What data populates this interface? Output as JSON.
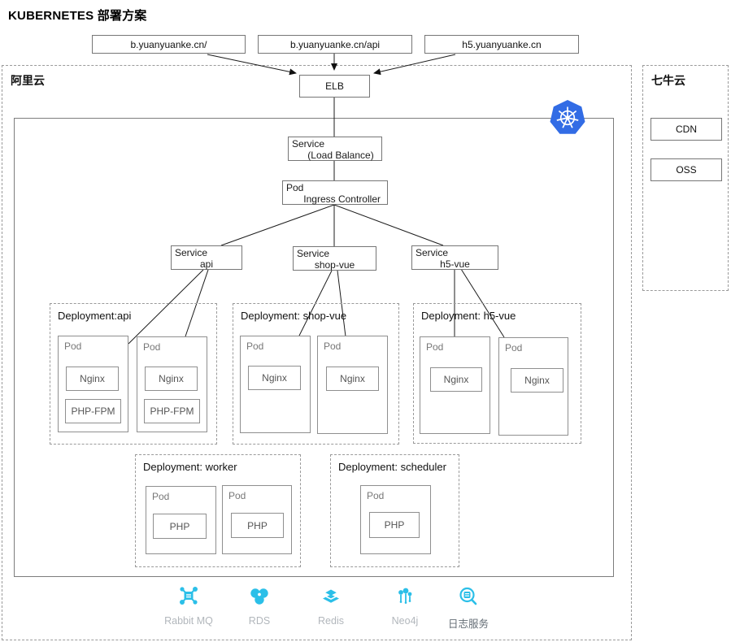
{
  "title": "KUBERNETES 部署方案",
  "domains": [
    "b.yuanyuanke.cn/",
    "b.yuanyuanke.cn/api",
    "h5.yuanyuanke.cn"
  ],
  "elb": "ELB",
  "regions": {
    "aliyun": "阿里云",
    "qiniu": "七牛云"
  },
  "qiniu_services": {
    "cdn": "CDN",
    "oss": "OSS"
  },
  "k8s": {
    "service_lb": {
      "line1": "Service",
      "line2": "(Load Balance)"
    },
    "ingress": {
      "line1": "Pod",
      "line2": "Ingress Controller"
    },
    "services": {
      "api": {
        "line1": "Service",
        "line2": "api"
      },
      "shop": {
        "line1": "Service",
        "line2": "shop-vue"
      },
      "h5": {
        "line1": "Service",
        "line2": "h5-vue"
      }
    },
    "deployments": {
      "api": "Deployment:api",
      "shop": "Deployment: shop-vue",
      "h5": "Deployment: h5-vue",
      "worker": "Deployment: worker",
      "scheduler": "Deployment: scheduler"
    },
    "labels": {
      "pod": "Pod",
      "nginx": "Nginx",
      "php_fpm": "PHP-FPM",
      "php": "PHP"
    }
  },
  "middleware": [
    {
      "name": "Rabbit MQ",
      "icon": "rabbitmq-icon"
    },
    {
      "name": "RDS",
      "icon": "rds-icon"
    },
    {
      "name": "Redis",
      "icon": "redis-icon"
    },
    {
      "name": "Neo4j",
      "icon": "neo4j-icon"
    },
    {
      "name": "日志服务",
      "icon": "log-service-icon"
    }
  ],
  "colors": {
    "k8s_blue": "#326CE5",
    "icon_cyan": "#2BBFE8"
  }
}
